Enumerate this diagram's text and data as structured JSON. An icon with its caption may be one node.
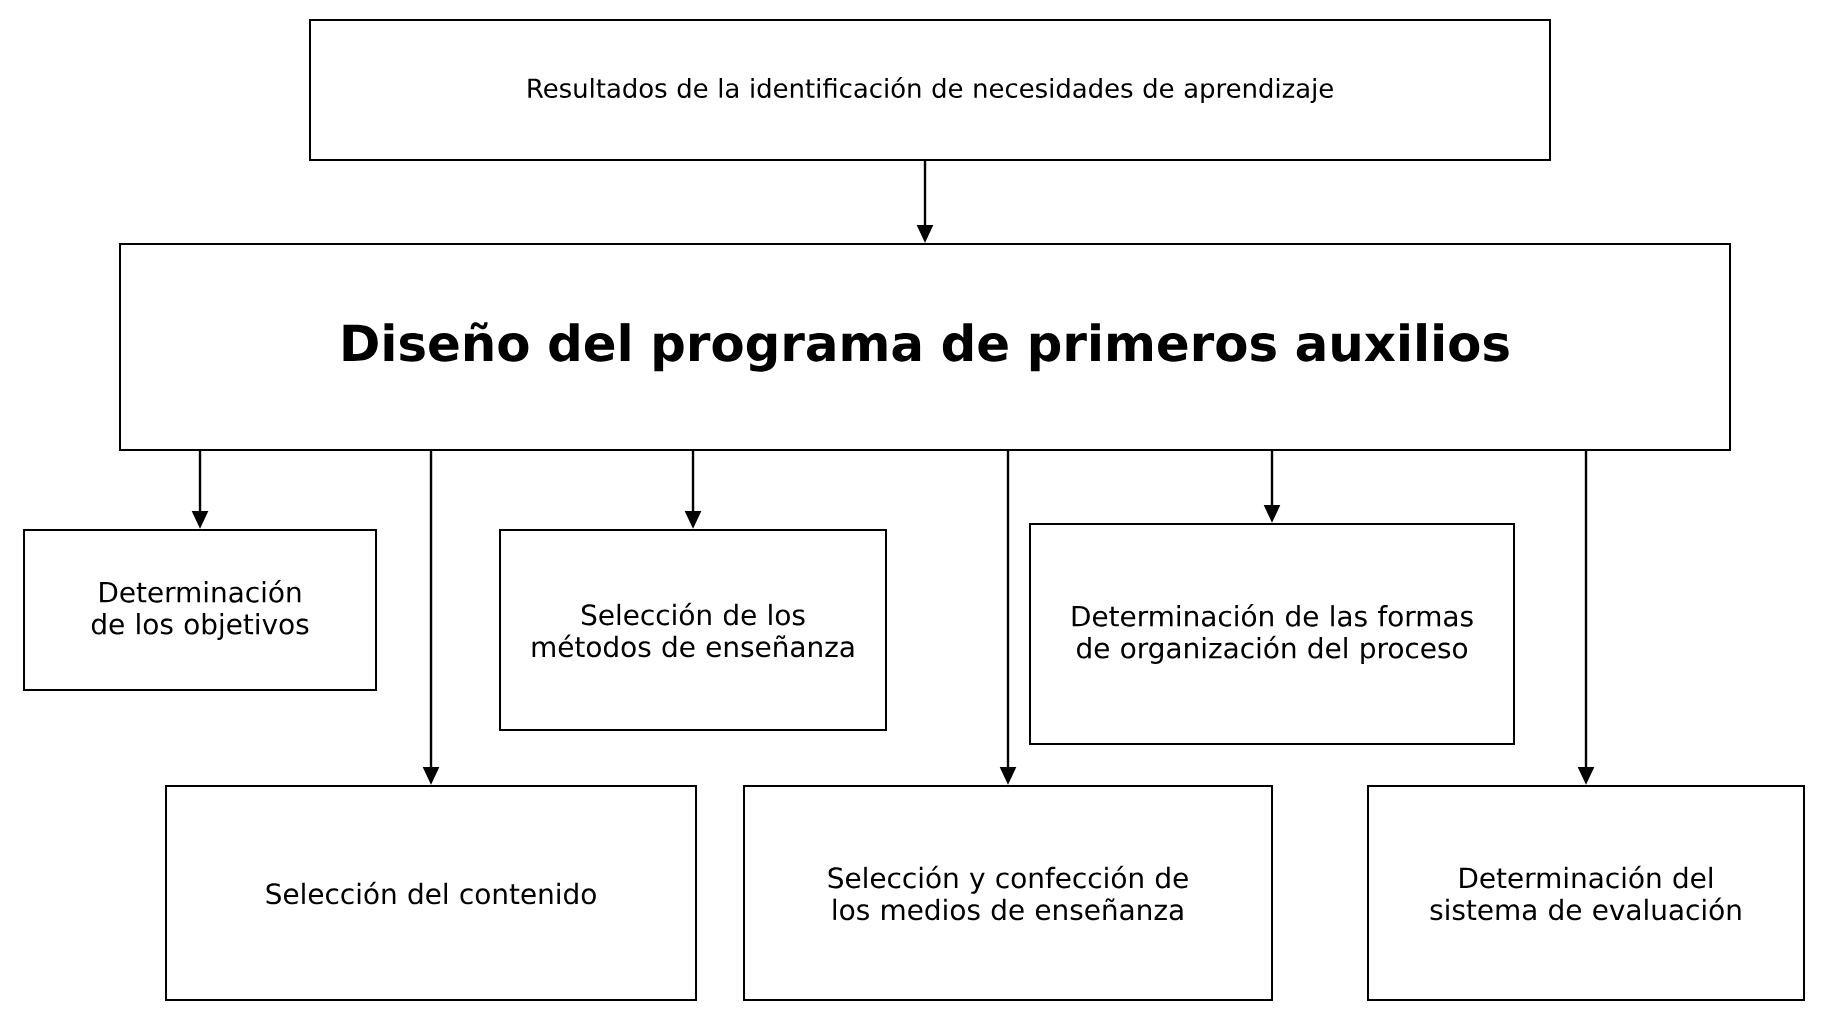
{
  "diagram": {
    "nodes": [
      {
        "text": [
          "Resultados de la identificación de necesidades de aprendizaje"
        ]
      },
      {
        "text": [
          "Diseño del programa de primeros auxilios"
        ]
      },
      {
        "text": [
          "Determinación de los objetivos"
        ]
      },
      {
        "text": [
          "Selección de los métodos de enseñanza"
        ]
      },
      {
        "text": [
          "Determinación de las formas de organización del proceso"
        ]
      },
      {
        "text": [
          "Selección del contenido"
        ]
      },
      {
        "text": [
          "Selección y confección de los medios de enseñanza"
        ]
      },
      {
        "text": [
          "Determinación del sistema de evaluación"
        ]
      }
    ],
    "edges": [
      {
        "from": 0,
        "to": 1,
        "arrow": "to"
      },
      {
        "from": 1,
        "to": 2,
        "arrow": "to"
      },
      {
        "from": 1,
        "to": 5,
        "arrow": "to"
      },
      {
        "from": 1,
        "to": 3,
        "arrow": "to"
      },
      {
        "from": 1,
        "to": 6,
        "arrow": "to"
      },
      {
        "from": 1,
        "to": 4,
        "arrow": "to"
      },
      {
        "from": 1,
        "to": 7,
        "arrow": "to"
      }
    ]
  }
}
